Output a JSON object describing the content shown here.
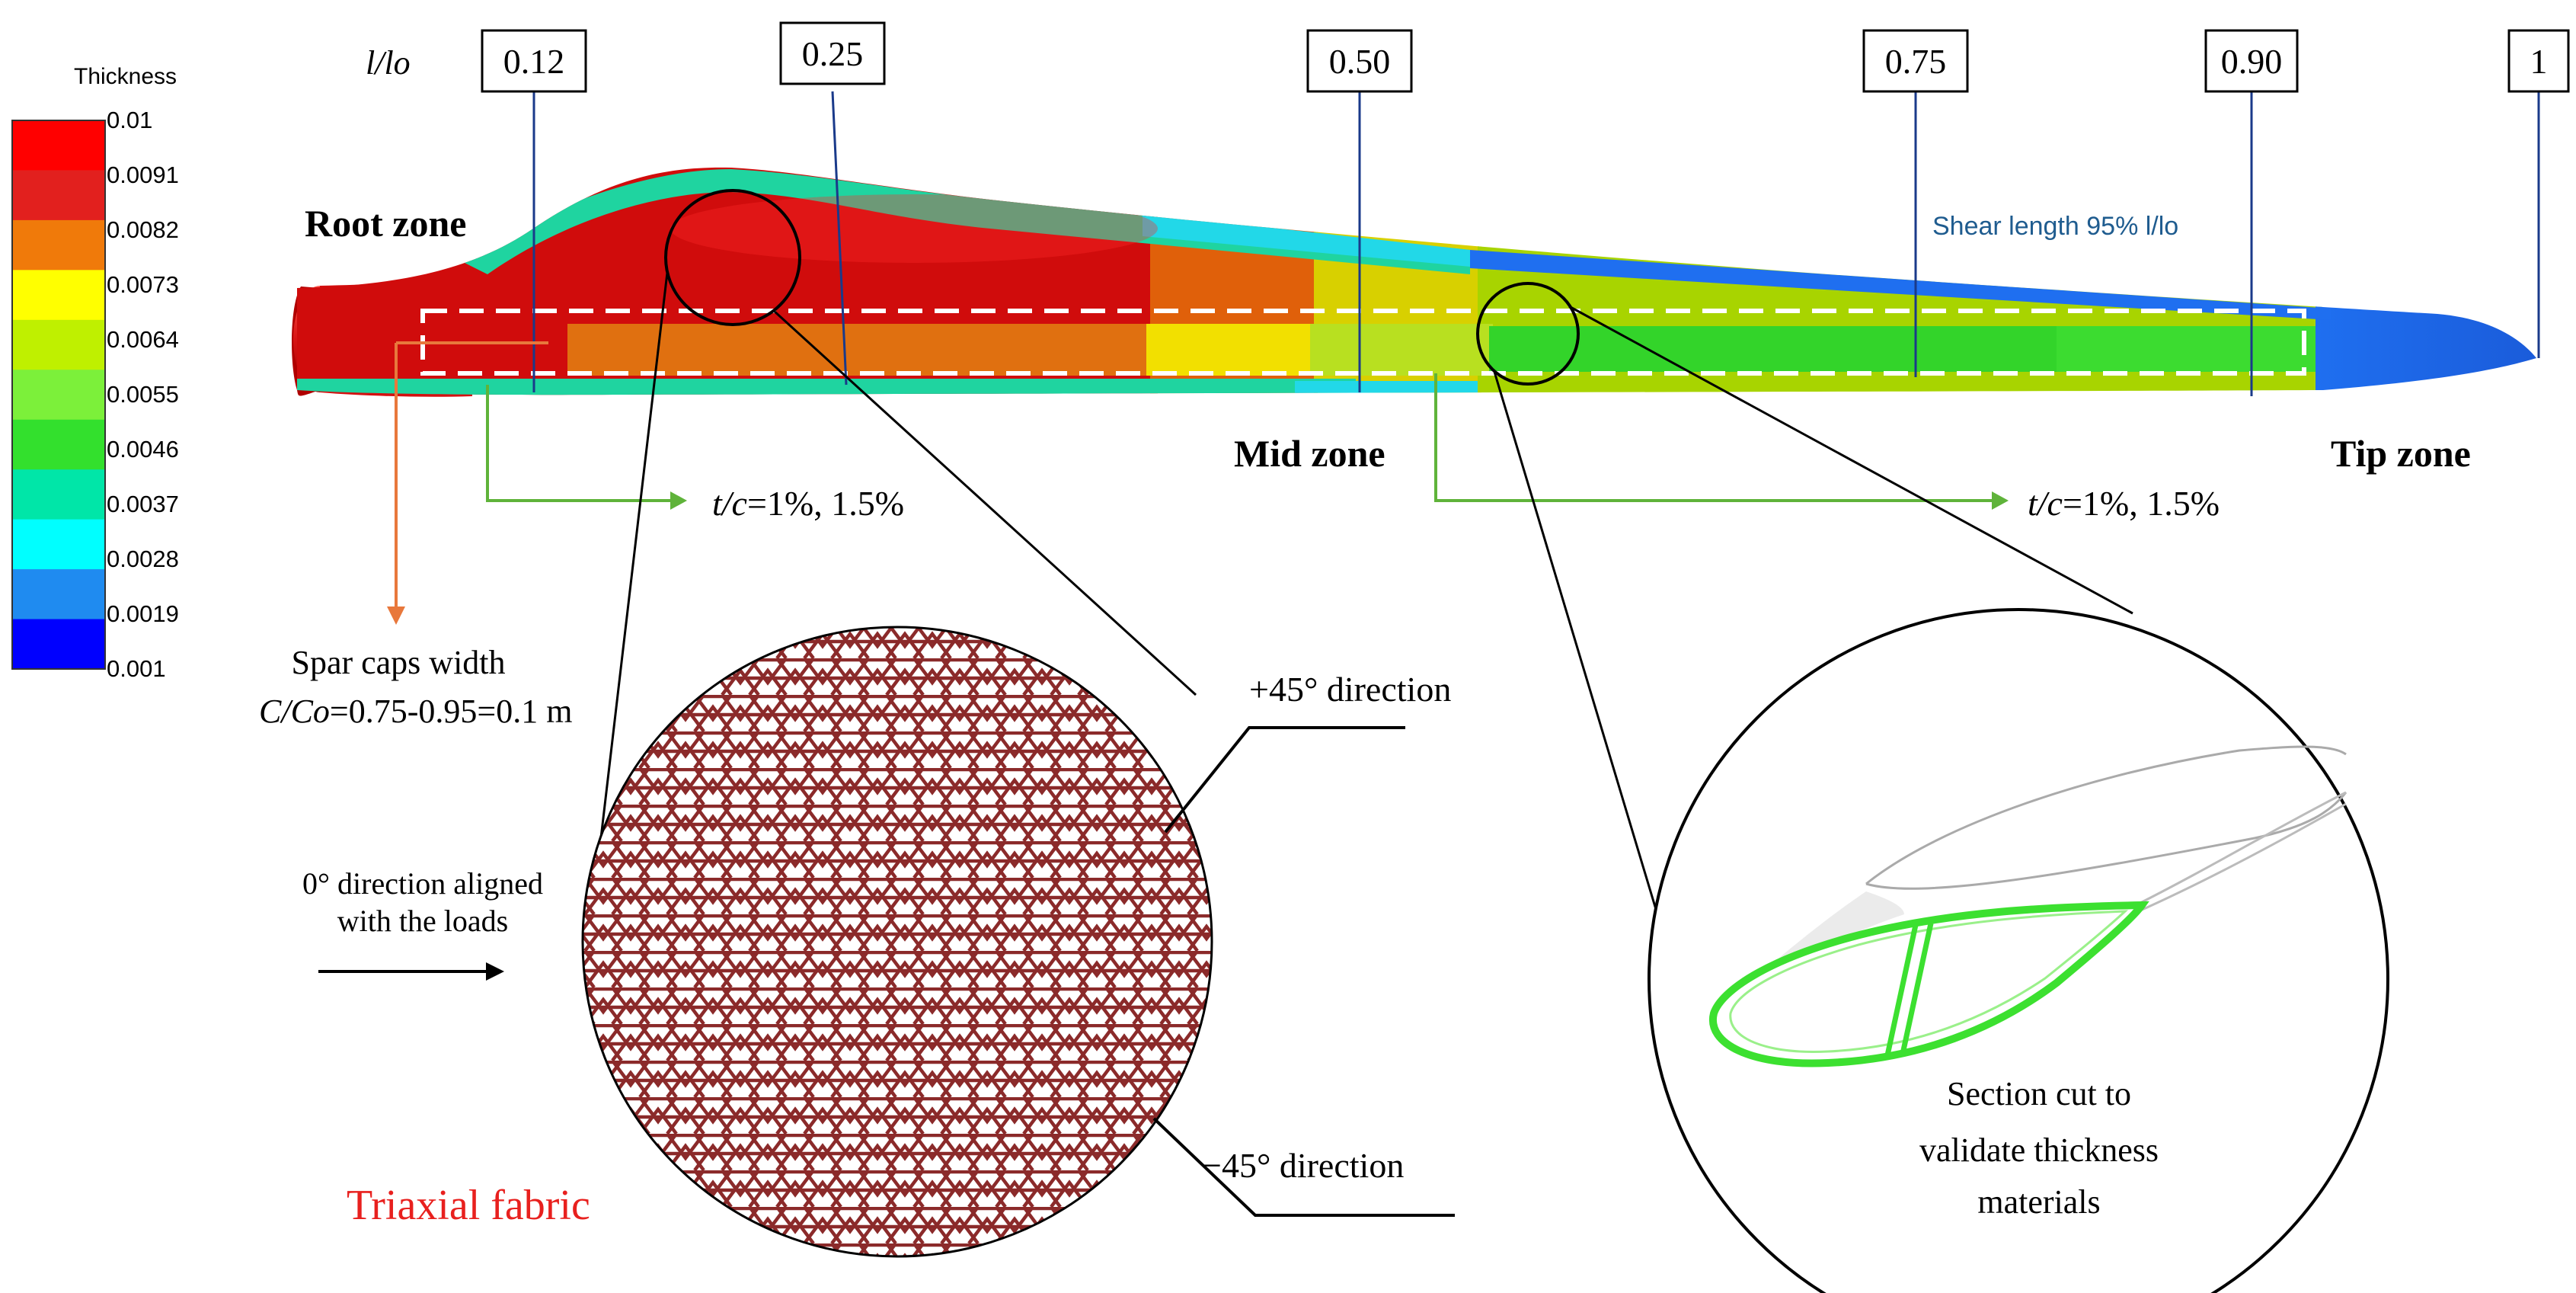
{
  "legend": {
    "title": "Thickness",
    "ticks": [
      "0.01",
      "0.0091",
      "0.0082",
      "0.0073",
      "0.0064",
      "0.0055",
      "0.0046",
      "0.0037",
      "0.0028",
      "0.0019",
      "0.001"
    ],
    "band_colors": [
      "#ff0000",
      "#e2201e",
      "#f07a0a",
      "#ffff00",
      "#bff000",
      "#7cf03a",
      "#33e02d",
      "#00e6a8",
      "#00ffff",
      "#1f8bf0",
      "#0000ff"
    ]
  },
  "span_axis": {
    "label": "l/lo",
    "stations": [
      "0.12",
      "0.25",
      "0.50",
      "0.75",
      "0.90",
      "1"
    ]
  },
  "zones": {
    "root": "Root zone",
    "mid": "Mid zone",
    "tip": "Tip zone"
  },
  "shear_length": "Shear length 95% l/lo",
  "tc_labels": {
    "prefix": "t/c",
    "values": "=1%, 1.5%"
  },
  "spar_caps": {
    "line1": "Spar caps width",
    "line2_prefix": "C/Co",
    "line2_values": "=0.75-0.95=0.1 m"
  },
  "fabric": {
    "title": "Triaxial fabric",
    "plus45": "+45° direction",
    "minus45": "−45° direction",
    "zero_line1": "0° direction aligned",
    "zero_line2": "with the loads"
  },
  "section_cut": {
    "line1": "Section cut to",
    "line2": "validate thickness",
    "line3": "materials"
  },
  "colors": {
    "fabric_lines": "#8b2a2a",
    "green_arrow": "#5fb33a",
    "orange_arrow": "#e8783c",
    "station_line": "#1a3a8a",
    "shear_text": "#1f5c8f",
    "fabric_title": "#e8201e"
  }
}
